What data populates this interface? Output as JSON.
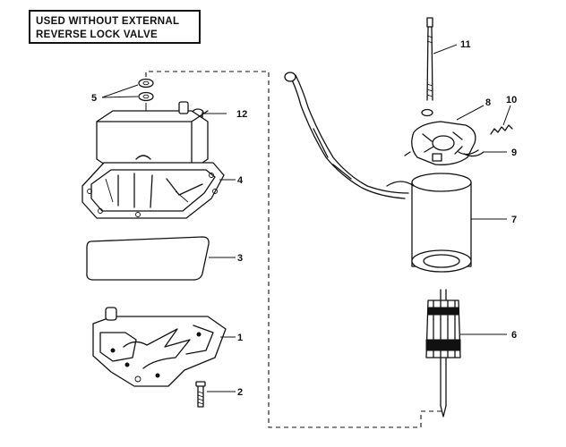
{
  "banner": {
    "line1": "USED WITHOUT EXTERNAL",
    "line2": "REVERSE LOCK VALVE"
  },
  "callouts": {
    "c1": "1",
    "c2": "2",
    "c3": "3",
    "c4": "4",
    "c5": "5",
    "c6": "6",
    "c7": "7",
    "c8": "8",
    "c9": "9",
    "c10": "10",
    "c11": "11",
    "c12": "12"
  }
}
